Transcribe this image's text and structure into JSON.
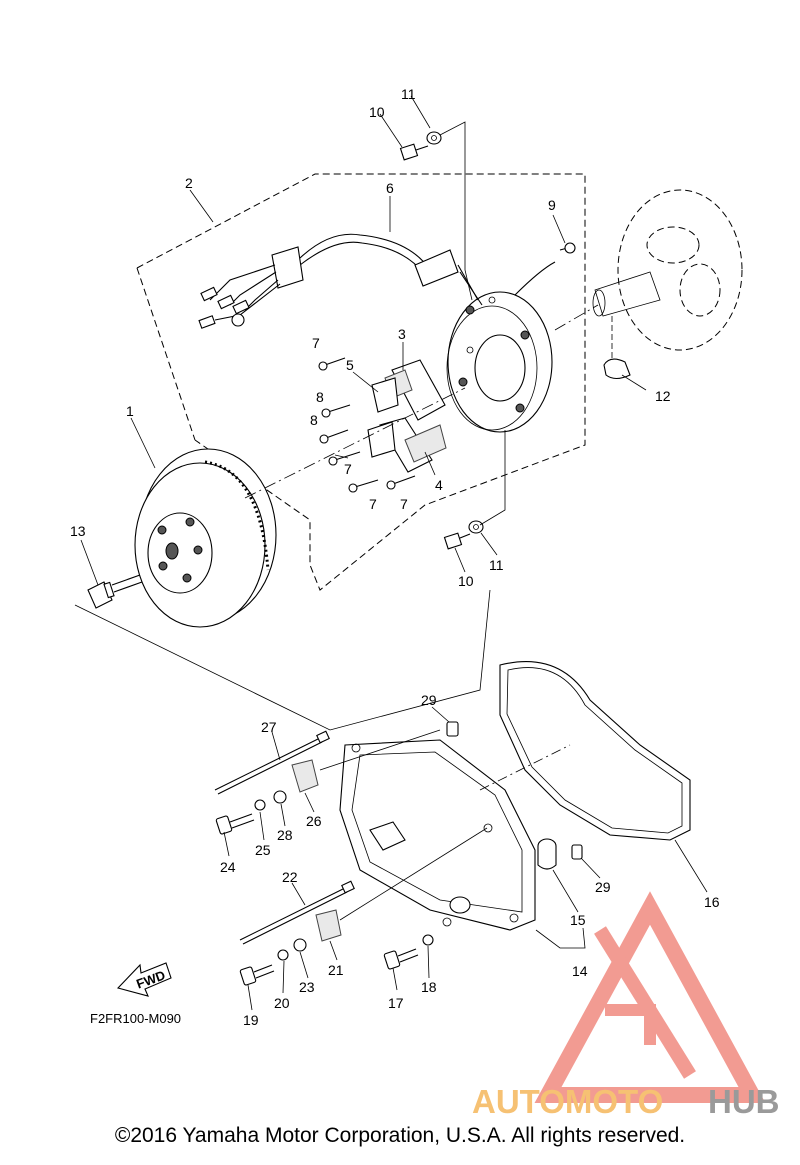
{
  "diagram": {
    "callouts": [
      {
        "id": "c1",
        "text": "1"
      },
      {
        "id": "c2",
        "text": "2"
      },
      {
        "id": "c3",
        "text": "3"
      },
      {
        "id": "c4",
        "text": "4"
      },
      {
        "id": "c5",
        "text": "5"
      },
      {
        "id": "c6",
        "text": "6"
      },
      {
        "id": "c7a",
        "text": "7"
      },
      {
        "id": "c7b",
        "text": "7"
      },
      {
        "id": "c7c",
        "text": "7"
      },
      {
        "id": "c7d",
        "text": "7"
      },
      {
        "id": "c8a",
        "text": "8"
      },
      {
        "id": "c8b",
        "text": "8"
      },
      {
        "id": "c9",
        "text": "9"
      },
      {
        "id": "c10a",
        "text": "10"
      },
      {
        "id": "c10b",
        "text": "10"
      },
      {
        "id": "c11a",
        "text": "11"
      },
      {
        "id": "c11b",
        "text": "11"
      },
      {
        "id": "c12",
        "text": "12"
      },
      {
        "id": "c13",
        "text": "13"
      },
      {
        "id": "c14",
        "text": "14"
      },
      {
        "id": "c15",
        "text": "15"
      },
      {
        "id": "c16",
        "text": "16"
      },
      {
        "id": "c17",
        "text": "17"
      },
      {
        "id": "c18",
        "text": "18"
      },
      {
        "id": "c19",
        "text": "19"
      },
      {
        "id": "c20",
        "text": "20"
      },
      {
        "id": "c21",
        "text": "21"
      },
      {
        "id": "c22",
        "text": "22"
      },
      {
        "id": "c23",
        "text": "23"
      },
      {
        "id": "c24",
        "text": "24"
      },
      {
        "id": "c25",
        "text": "25"
      },
      {
        "id": "c26",
        "text": "26"
      },
      {
        "id": "c27",
        "text": "27"
      },
      {
        "id": "c28",
        "text": "28"
      },
      {
        "id": "c29a",
        "text": "29"
      },
      {
        "id": "c29b",
        "text": "29"
      }
    ],
    "fwd_label": "FWD",
    "figure_code": "F2FR100-M090"
  },
  "watermark": {
    "text_part1": "AUTOMOTO",
    "text_part2": "HUB",
    "color_red": "#f08a80",
    "color_orange": "#f6c173",
    "color_grey": "#9a9a9a"
  },
  "footer": {
    "copyright": "©2016 Yamaha Motor Corporation, U.S.A. All rights reserved."
  }
}
